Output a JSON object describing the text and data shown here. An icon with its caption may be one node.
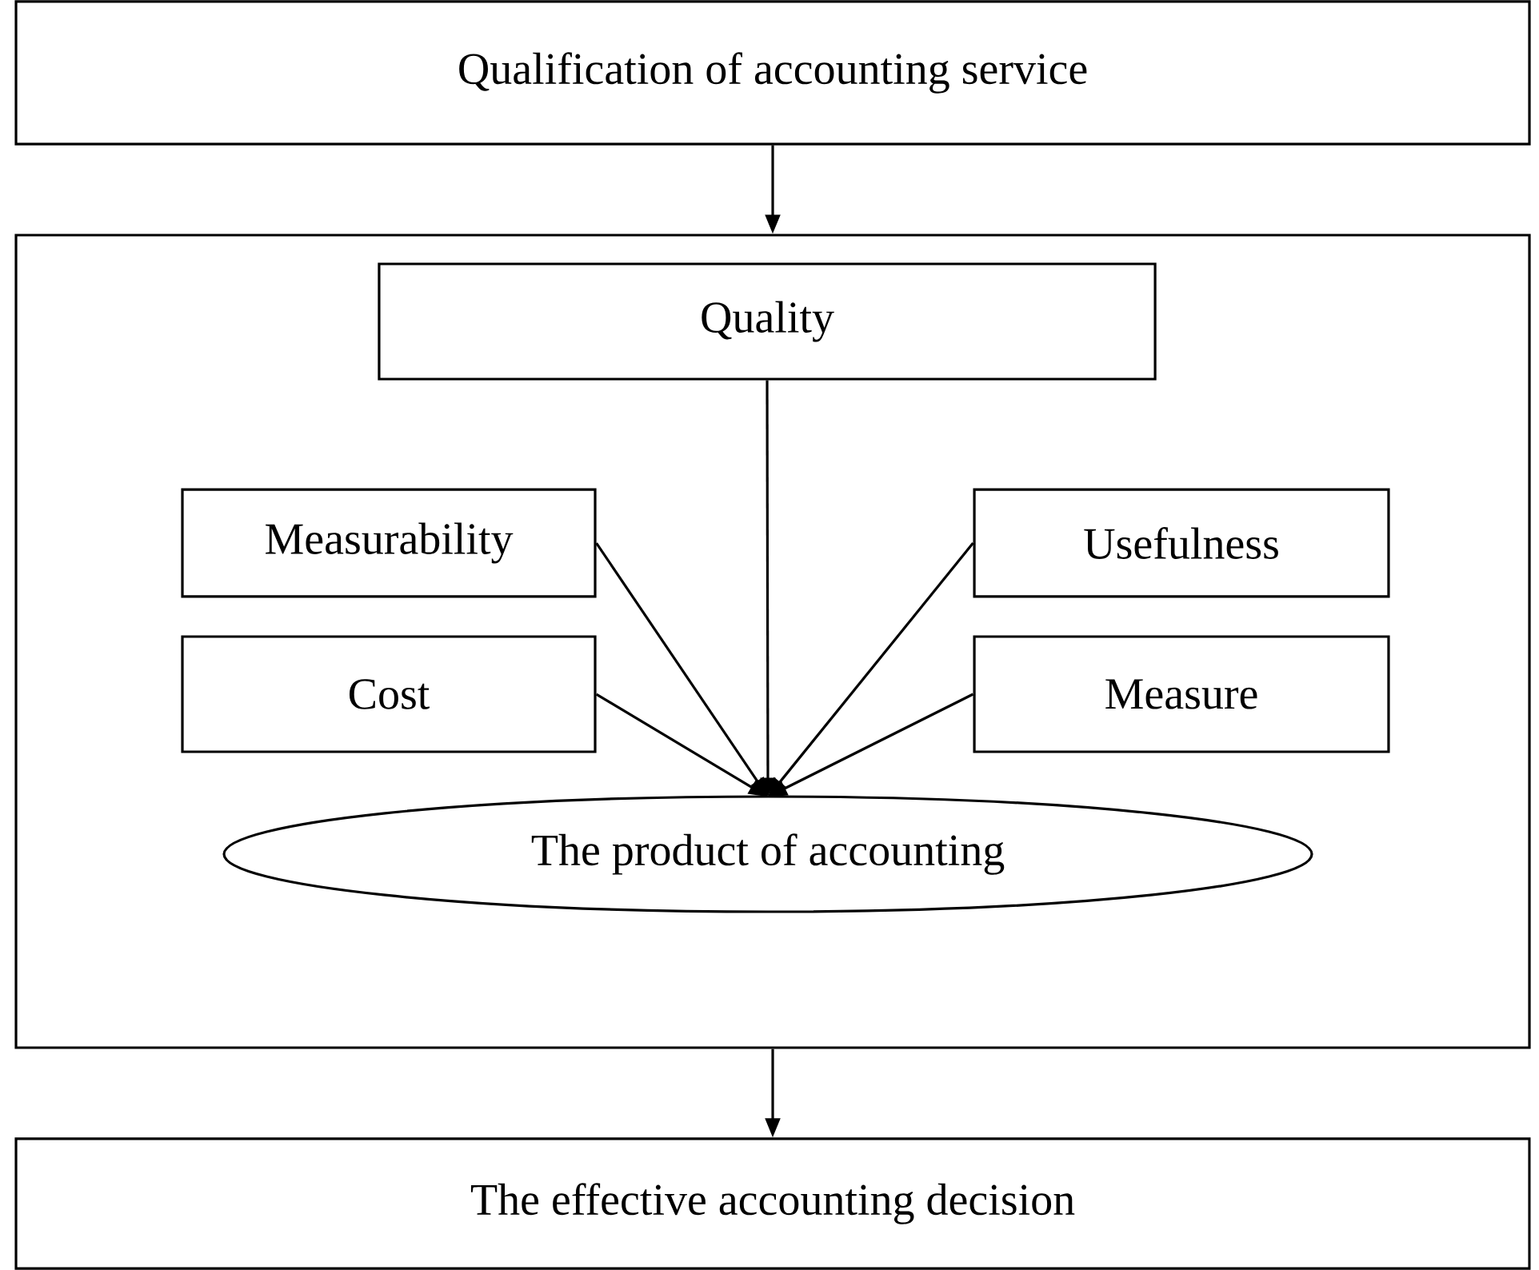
{
  "diagram": {
    "nodes": [
      {
        "text": [
          "Qualification of accounting service"
        ]
      },
      {
        "text": [],
        "shape": "box"
      },
      {
        "text": [
          "Quality"
        ],
        "in": 1
      },
      {
        "text": [
          "Measurability"
        ],
        "in": 1
      },
      {
        "text": [
          "Usefulness"
        ],
        "in": 1
      },
      {
        "text": [
          "Cost"
        ],
        "in": 1
      },
      {
        "text": [
          "Measure"
        ],
        "in": 1
      },
      {
        "text": [
          "The product of accounting"
        ],
        "in": 1
      },
      {
        "text": [
          "The effective accounting decision"
        ]
      }
    ],
    "edges": [
      {
        "from": 0,
        "to": 1,
        "arrow": "to"
      },
      {
        "from": 2,
        "to": 7,
        "arrow": "to"
      },
      {
        "from": 3,
        "to": 7,
        "arrow": "to"
      },
      {
        "from": 4,
        "to": 7,
        "arrow": "to"
      },
      {
        "from": 5,
        "to": 7,
        "arrow": "to"
      },
      {
        "from": 6,
        "to": 7,
        "arrow": "to"
      },
      {
        "from": 1,
        "to": 8,
        "arrow": "to"
      }
    ]
  }
}
